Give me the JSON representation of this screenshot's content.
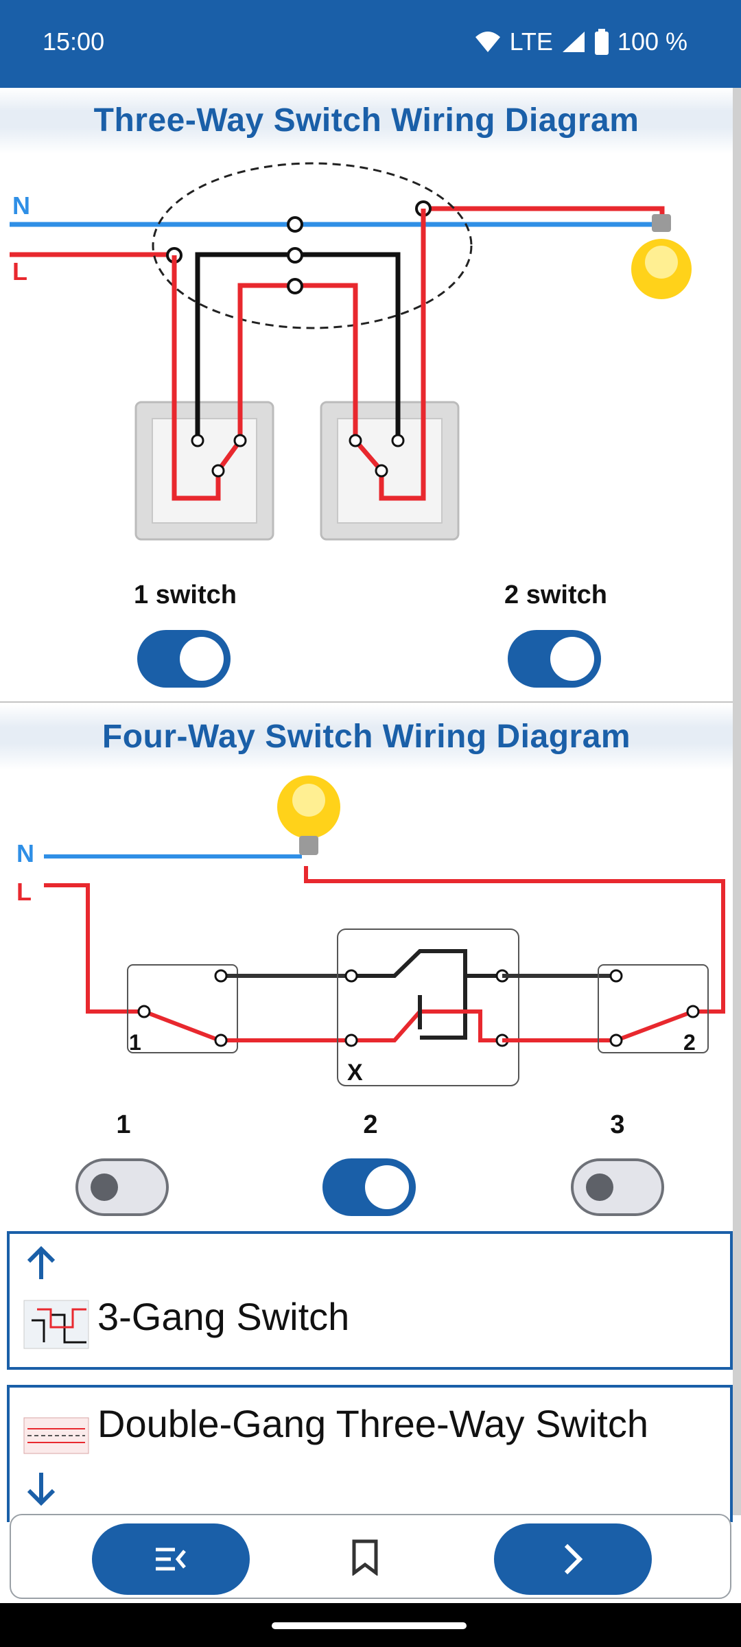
{
  "status_bar": {
    "time": "15:00",
    "network": "LTE",
    "battery": "100 %",
    "icons": [
      "wifi-icon",
      "signal-icon",
      "battery-icon"
    ]
  },
  "three_way": {
    "title": "Three-Way Switch Wiring Diagram",
    "label_n": "N",
    "label_l": "L",
    "switch1_label": "1 switch",
    "switch2_label": "2 switch",
    "switch1_on": true,
    "switch2_on": true
  },
  "four_way": {
    "title": "Four-Way Switch Wiring Diagram",
    "label_n": "N",
    "label_l": "L",
    "box_label_left": "1",
    "box_label_middle": "X",
    "box_label_right": "2",
    "toggles": [
      {
        "label": "1",
        "on": false
      },
      {
        "label": "2",
        "on": true
      },
      {
        "label": "3",
        "on": false
      }
    ]
  },
  "list": {
    "items": [
      {
        "label": "3-Gang Switch",
        "icon": "arrow-up-icon"
      },
      {
        "label": "Double-Gang Three-Way Switch",
        "icon": "arrow-down-icon"
      }
    ]
  },
  "bottom_nav": {
    "icons": [
      "menu-list-icon",
      "bookmark-icon",
      "chevron-right-icon"
    ]
  },
  "colors": {
    "primary": "#1a5fa8",
    "neutral_wire": "#2f8fe6",
    "live_wire": "#e8282e",
    "black_wire": "#111111"
  }
}
